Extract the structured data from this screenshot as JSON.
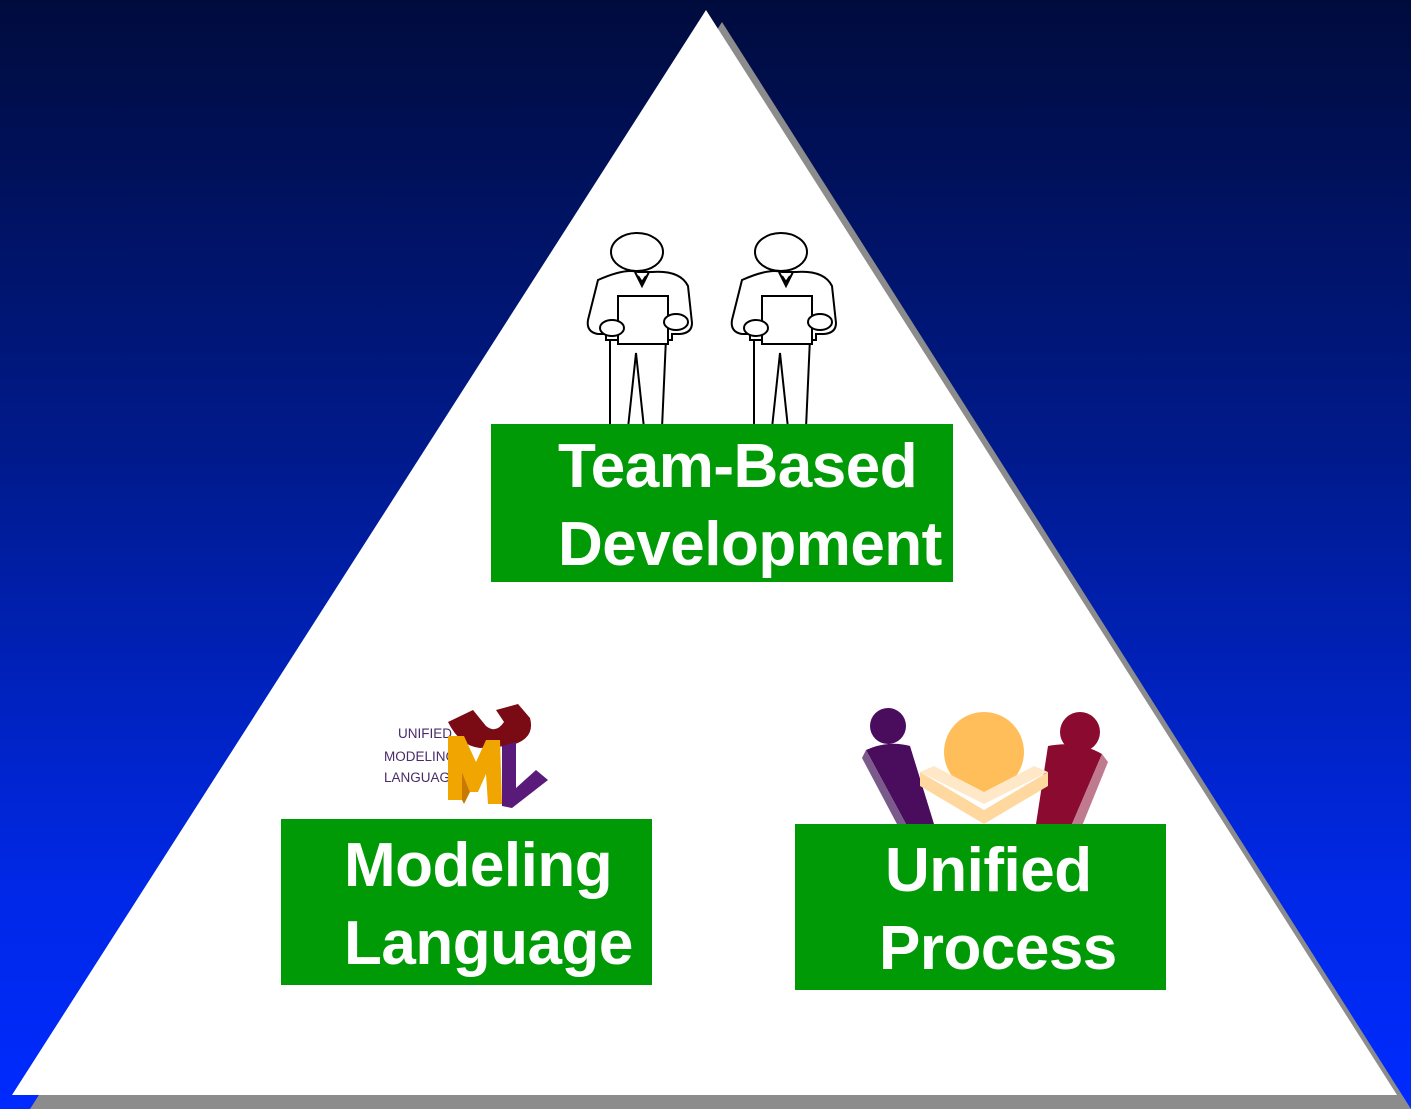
{
  "diagram": {
    "top": {
      "line1": "Team-Based",
      "line2": "Development",
      "icon": "two-people-with-clipboards-icon"
    },
    "bottom_left": {
      "line1": "Modeling",
      "line2": "Language",
      "icon": "uml-logo",
      "logo_text": [
        "UNIFIED",
        "MODELING",
        "LANGUAGE"
      ]
    },
    "bottom_right": {
      "line1": "Unified",
      "line2": "Process",
      "icon": "three-people-group-icon"
    }
  },
  "colors": {
    "label_background": "#009a06",
    "label_text": "#ffffff",
    "triangle_fill": "#ffffff",
    "triangle_shadow": "#8c8c8c",
    "background_top": "#000b3d",
    "background_bottom": "#002aff"
  }
}
